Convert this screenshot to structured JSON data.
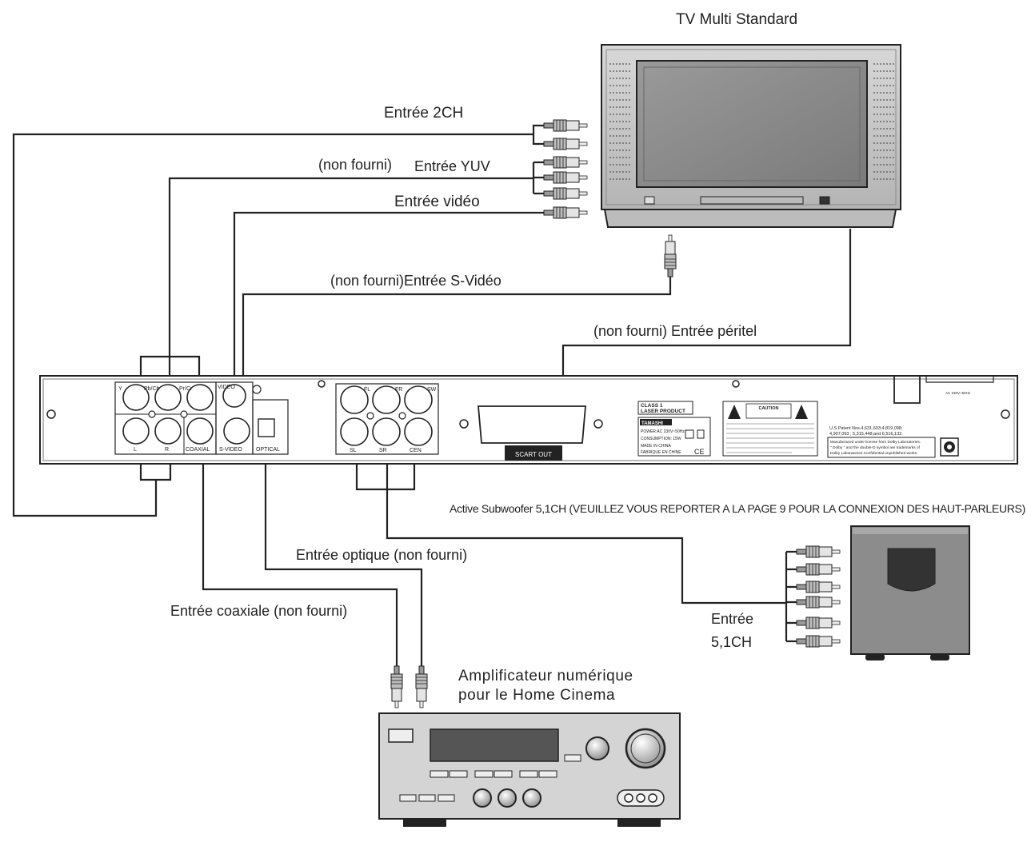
{
  "labels": {
    "tv_title": "TV Multi Standard",
    "entree_2ch": "Entrée 2CH",
    "non_fourni_yuv": "(non fourni)",
    "entree_yuv": "Entrée YUV",
    "entree_video": "Entrée vidéo",
    "entree_svideo": "(non fourni)Entrée S-Vidéo",
    "entree_peritel": "(non fourni) Entrée péritel",
    "subwoofer_note": "Active Subwoofer 5,1CH (VEUILLEZ VOUS REPORTER A LA PAGE 9 POUR LA CONNEXION DES HAUT-PARLEURS)",
    "entree_optique": "Entrée optique (non fourni)",
    "entree_coaxiale": "Entrée coaxiale (non fourni)",
    "entree_51": "Entrée",
    "entree_51_b": "5,1CH",
    "ampli_line1": "Amplificateur numérique",
    "ampli_line2": "pour le Home Cinema"
  },
  "panel": {
    "jacks": {
      "y": "Y",
      "pbcb": "Pb/Cb",
      "prcr": "Pr/Cr",
      "video": "VIDEO",
      "l": "L",
      "r": "R",
      "coaxial": "COAXIAL",
      "svideo": "S-VIDEO",
      "optical": "OPTICAL",
      "fl": "FL",
      "fr": "FR",
      "sw": "SW",
      "sl": "SL",
      "sr": "SR",
      "cen": "CEN"
    },
    "scart_out": "SCART OUT",
    "class_label_1": "CLASS 1",
    "class_label_2": "LASER PRODUCT",
    "brand": "TAMASHI",
    "power": "POWER:AC 230V~50Hz",
    "consumption": "CONSUMPTION: 15W",
    "made_in": "MADE IN CHINA",
    "fabrique": "FABRIQUE EN CHINE",
    "caution": "CAUTION",
    "ac_label": "AC 230V~50Hz",
    "patent": "U.S.Patent Nos.4,631,603;4,819,098; 4,907,093 ; 5,315,448;and 6,516,132.",
    "dolby_1": "Manufactured under license from Dolby Laboratories.",
    "dolby_2": "\" Dolby \" and the double-D symbol are trademarks of",
    "dolby_3": "Dolby Laboratories.Confidential unpublished works."
  },
  "colors": {
    "line": "#222222",
    "tv_body": "#c8c8c8",
    "tv_screen": "#8a8a8a",
    "sub_body": "#8c8c8c",
    "sub_top": "#333333",
    "amp_body": "#d4d4d4"
  }
}
